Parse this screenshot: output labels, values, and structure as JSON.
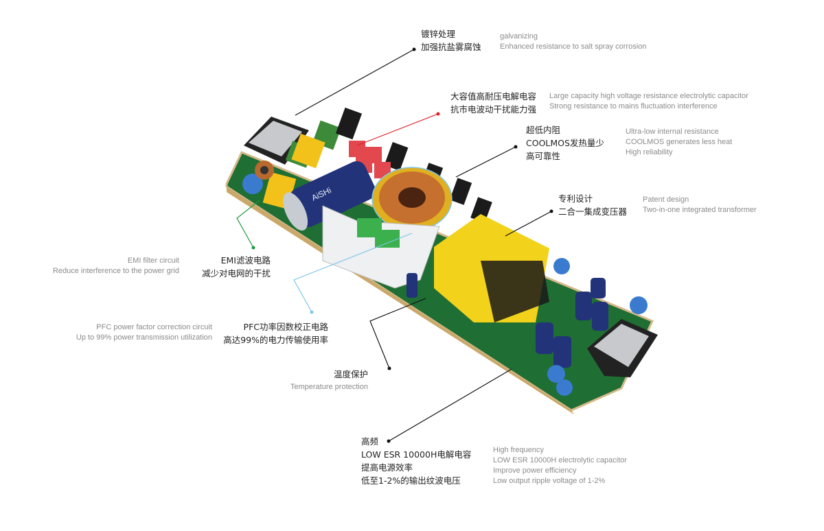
{
  "callouts": {
    "galvanizing": {
      "cn": [
        "镀锌处理",
        "加强抗盐雾腐蚀"
      ],
      "en": [
        "galvanizing",
        "Enhanced resistance to salt spray corrosion"
      ],
      "line_color": "#111111"
    },
    "capacitor": {
      "cn": [
        "大容值高耐压电解电容",
        "抗市电波动干扰能力强"
      ],
      "en": [
        "Large capacity high voltage resistance electrolytic capacitor",
        "Strong resistance to mains fluctuation interference"
      ],
      "line_color": "#e0202a"
    },
    "coolmos": {
      "cn": [
        "超低内阻",
        "COOLMOS发热量少",
        "高可靠性"
      ],
      "en": [
        "Ultra-low internal resistance",
        "COOLMOS generates less heat",
        "High reliability"
      ],
      "line_color": "#111111"
    },
    "transformer": {
      "cn": [
        "专利设计",
        "二合一集成变压器"
      ],
      "en": [
        "Patent design",
        "Two-in-one integrated transformer"
      ],
      "line_color": "#111111"
    },
    "emi": {
      "cn": [
        "EMI滤波电路",
        "减少对电网的干扰"
      ],
      "en": [
        "EMI filter circuit",
        "Reduce interference to the power grid"
      ],
      "line_color": "#1a9a3a"
    },
    "pfc": {
      "cn": [
        "PFC功率因数校正电路",
        "高达99%的电力传输使用率"
      ],
      "en": [
        "PFC power factor correction circuit",
        "Up to 99% power transmission utilization"
      ],
      "line_color": "#7cc6ea"
    },
    "temperature": {
      "cn": [
        "温度保护"
      ],
      "en": [
        "Temperature protection"
      ],
      "line_color": "#111111"
    },
    "high_frequency": {
      "cn": [
        "高频",
        "LOW ESR 10000H电解电容",
        "提高电源效率",
        "低至1-2%的输出纹波电压"
      ],
      "en": [
        "High frequency",
        "LOW ESR 10000H electrolytic capacitor",
        "Improve power efficiency",
        "Low output ripple voltage of 1-2%"
      ],
      "line_color": "#111111"
    }
  },
  "product": {
    "capacitor_brand": "AiSHi"
  }
}
